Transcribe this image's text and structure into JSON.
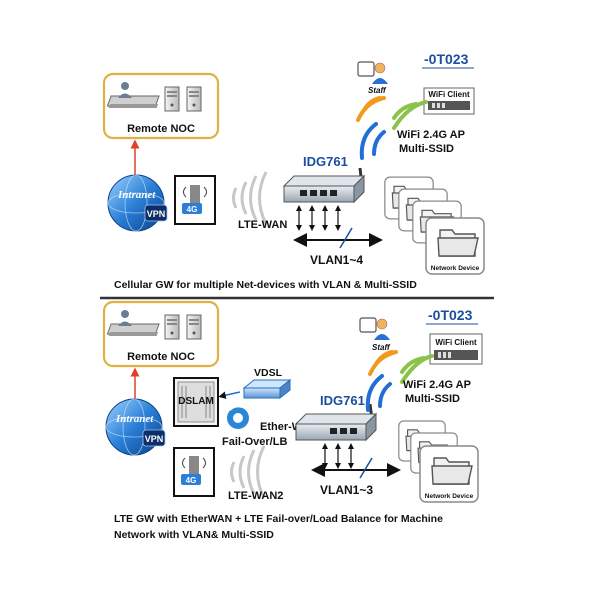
{
  "panel_top": {
    "noc_label": "Remote NOC",
    "model_code": "-0T023",
    "staff_label": "Staff",
    "wifi_client_label": "WiFi Client",
    "wifi_ap_label_1": "WiFi 2.4G AP",
    "wifi_ap_label_2": "Multi-SSID",
    "gateway_label": "IDG761",
    "intranet_label": "Intranet",
    "vpn_label": "VPN",
    "cell_label": "4G",
    "lte_label": "LTE-WAN",
    "vlan_label": "VLAN1~4",
    "device_label": "Network Device",
    "caption": "Cellular GW for multiple Net-devices with VLAN & Multi-SSID"
  },
  "panel_bottom": {
    "noc_label": "Remote NOC",
    "model_code": "-0T023",
    "staff_label": "Staff",
    "wifi_client_label": "WiFi Client",
    "wifi_ap_label_1": "WiFi 2.4G AP",
    "wifi_ap_label_2": "Multi-SSID",
    "gateway_label": "IDG761",
    "intranet_label": "Intranet",
    "vpn_label": "VPN",
    "cell_label": "4G",
    "dslam_label": "DSLAM",
    "vdsl_label": "VDSL",
    "ether_wan_label": "Ether-WAN",
    "failover_label": "Fail-Over/LB",
    "lte_label": "LTE-WAN2",
    "vlan_label": "VLAN1~3",
    "device_label": "Network Device",
    "caption_line1": "LTE GW with EtherWAN + LTE Fail-over/Load Balance for Machine",
    "caption_line2": "Network with VLAN& Multi-SSID"
  },
  "colors": {
    "gateway_blue": "#1a4fa0",
    "arrow_red": "#e0402a",
    "noc_border": "#e0b040",
    "wifi_green": "#8bc34a",
    "wifi_orange": "#f29a1e",
    "wifi_blue": "#1f6fd6",
    "vlan_line": "#1a4fa0"
  }
}
